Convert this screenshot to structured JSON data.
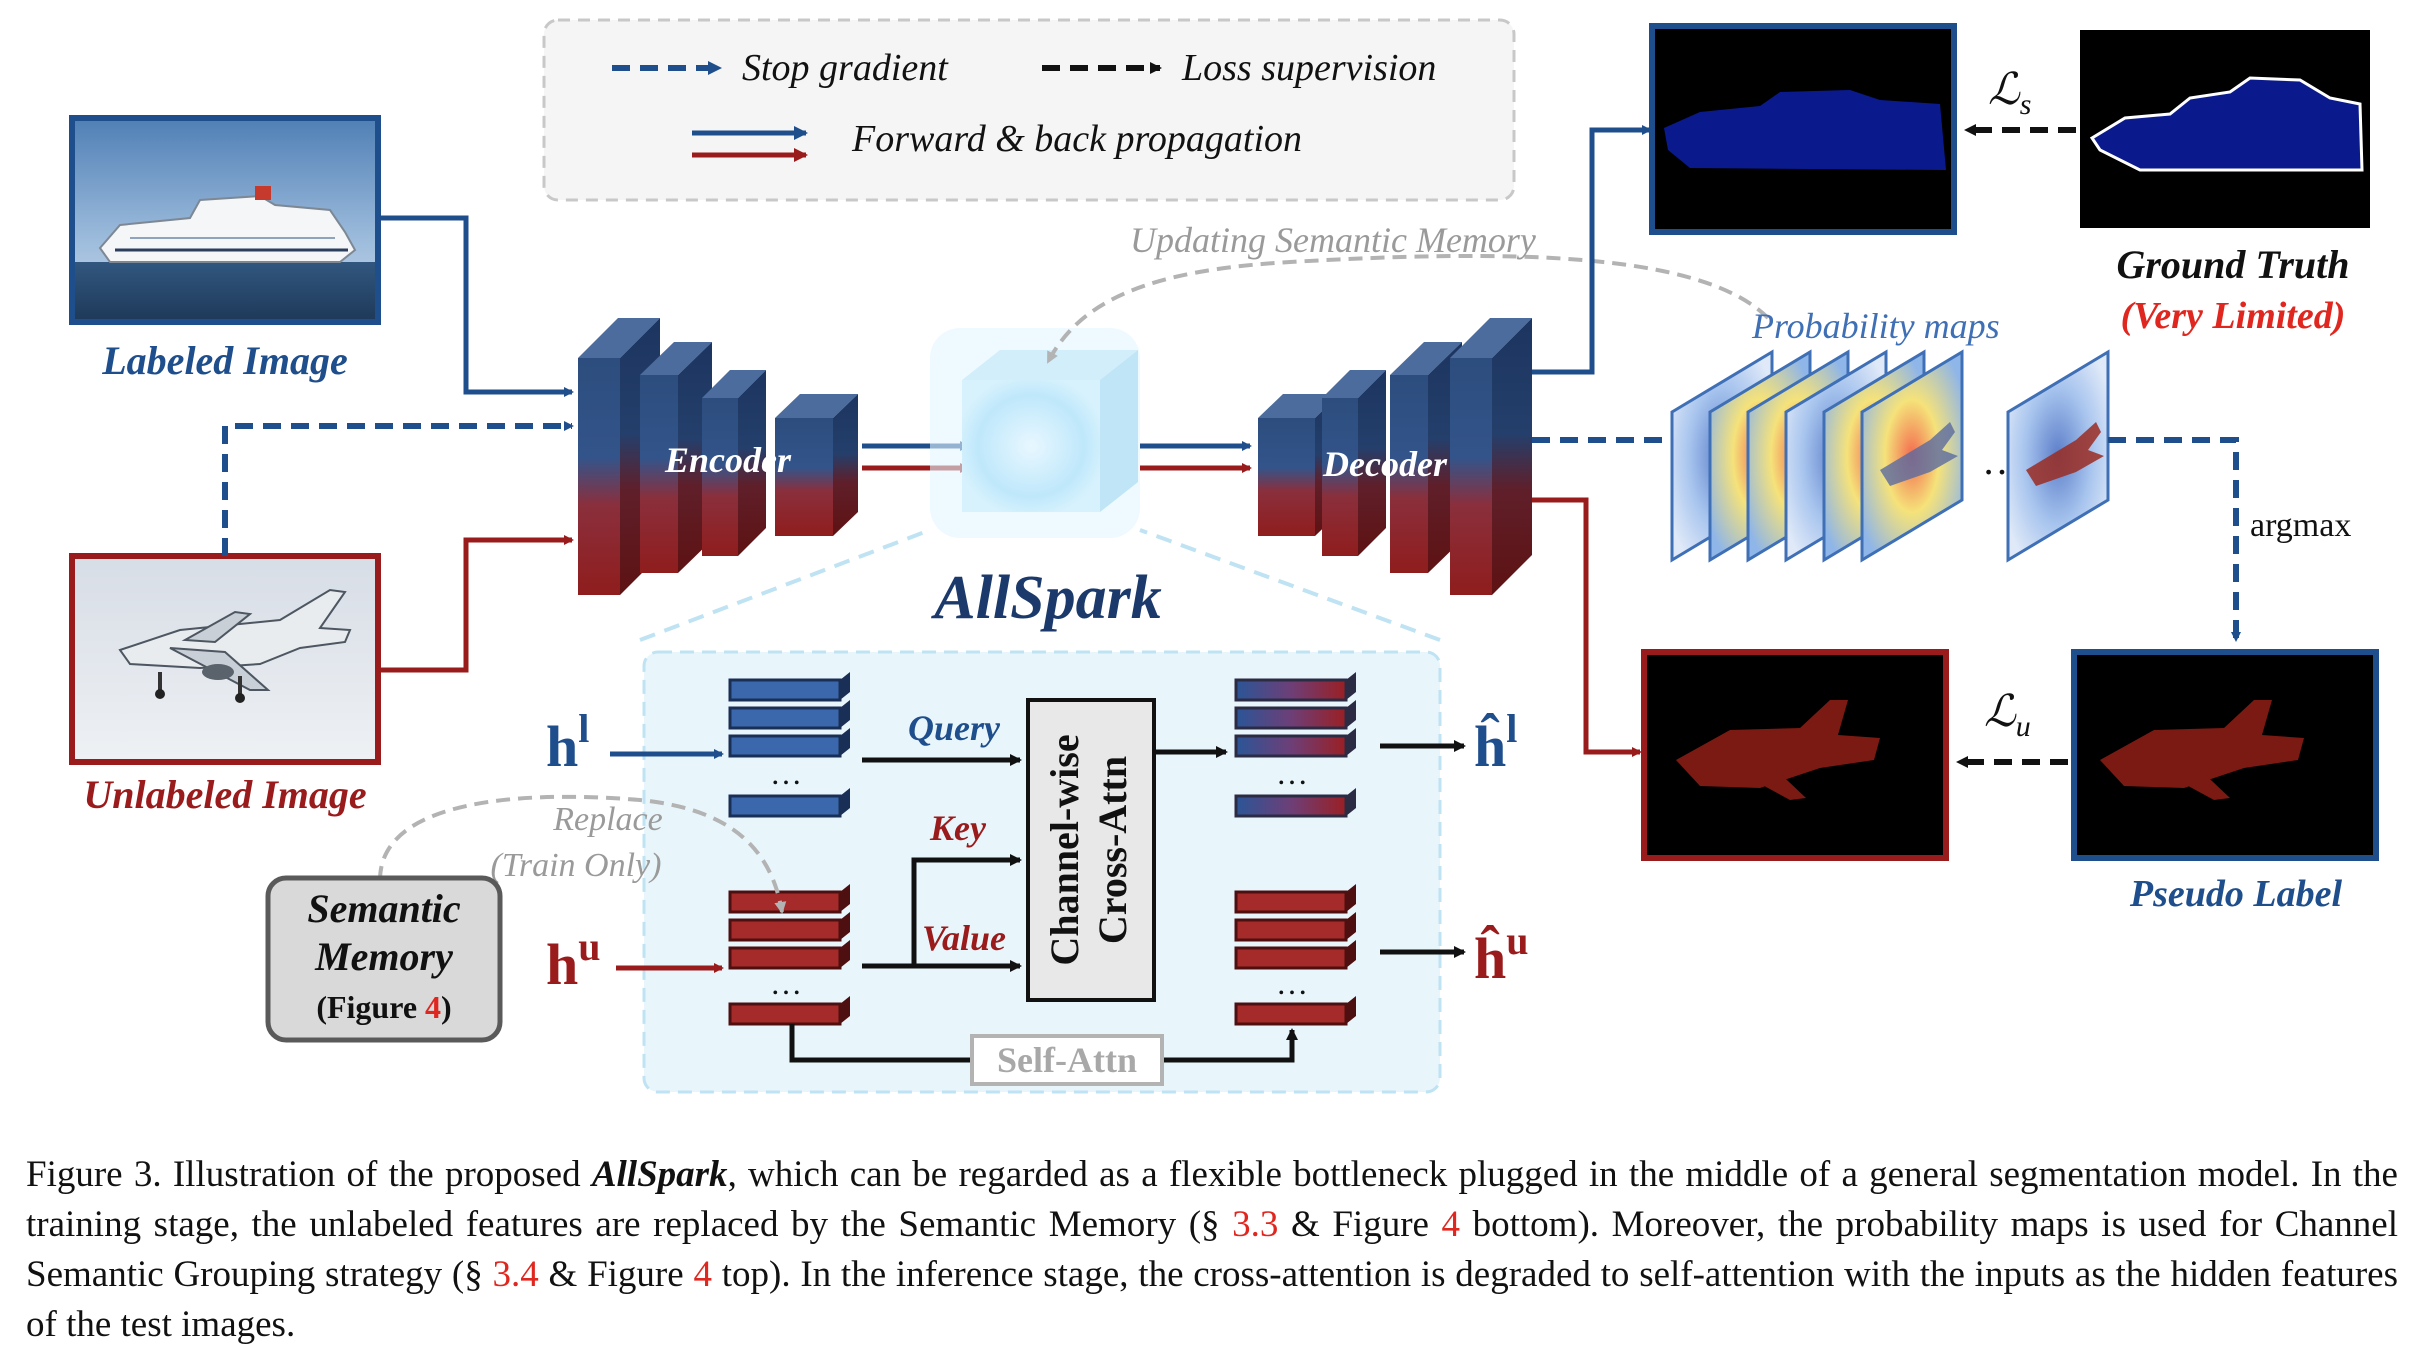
{
  "legend": {
    "stop_gradient": "Stop gradient",
    "loss_supervision": "Loss supervision",
    "forward_back": "Forward & back propagation"
  },
  "labels": {
    "labeled_image": "Labeled Image",
    "unlabeled_image": "Unlabeled Image",
    "encoder": "Encoder",
    "decoder": "Decoder",
    "allspark": "AllSpark",
    "updating_memory": "Updating Semantic Memory",
    "probability_maps": "Probability maps",
    "ellipsis": "…",
    "argmax": "argmax",
    "ground_truth": "Ground Truth",
    "very_limited": "(Very Limited)",
    "pseudo_label": "Pseudo Label",
    "loss_s_main": "ℒ",
    "loss_s_sub": "s",
    "loss_u_main": "ℒ",
    "loss_u_sub": "u",
    "h_l_main": "h",
    "h_l_sup": "l",
    "h_u_main": "h",
    "h_u_sup": "u",
    "hhat_l_main": "ĥ",
    "hhat_l_sup": "l",
    "hhat_u_main": "ĥ",
    "hhat_u_sup": "u",
    "query": "Query",
    "key": "Key",
    "value": "Value",
    "cross_attn_line1": "Channel-wise",
    "cross_attn_line2": "Cross-Attn",
    "self_attn": "Self-Attn",
    "replace_line1": "Replace",
    "replace_line2": "(Train Only)",
    "memory_line1": "Semantic",
    "memory_line2": "Memory",
    "memory_line3_pre": "(Figure ",
    "memory_line3_num": "4",
    "memory_line3_post": ")"
  },
  "caption": {
    "p1": "Figure 3. Illustration of the proposed ",
    "allspark": "AllSpark",
    "p2": ", which can be regarded as a flexible bottleneck plugged in the middle of a general segmentation model. In the training stage, the unlabeled features are replaced by the Semantic Memory (§ ",
    "ref1": "3.3",
    "p3": " & Figure ",
    "ref2": "4",
    "p4": " bottom). Moreover, the probability maps is used for Channel Semantic Grouping strategy (§ ",
    "ref3": "3.4",
    "p5": " & Figure ",
    "ref4": "4",
    "p6": " top). In the inference stage, the cross-attention is degraded to self-attention with the inputs as the hidden features of the test images."
  },
  "colors": {
    "blue": "#1f4e8c",
    "red": "#9a1b1b",
    "caption_ref": "#e0271f",
    "gray": "#9a9a9a"
  }
}
